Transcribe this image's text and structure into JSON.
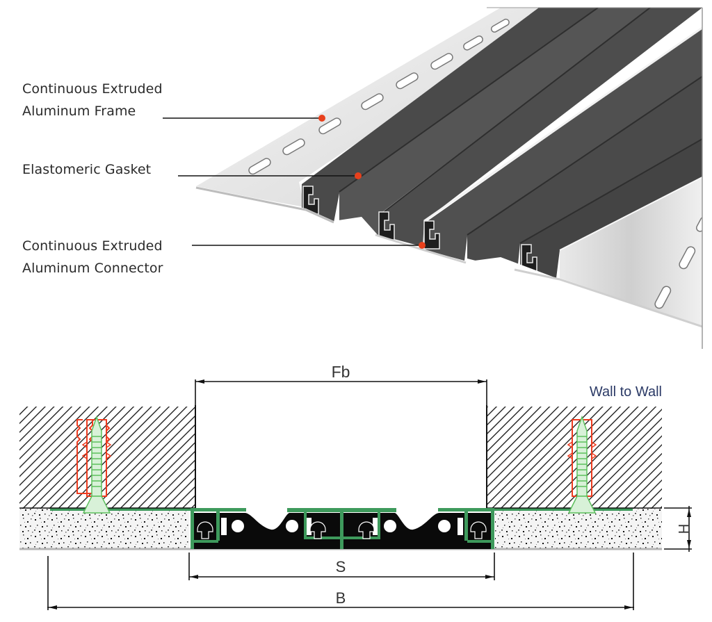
{
  "figure": {
    "callouts": [
      {
        "id": "frame",
        "lines": [
          "Continuous Extruded",
          "Aluminum Frame"
        ]
      },
      {
        "id": "gasket",
        "lines": [
          "Elastomeric Gasket"
        ]
      },
      {
        "id": "connector",
        "lines": [
          "Continuous Extruded",
          "Aluminum Connector"
        ]
      }
    ],
    "section": {
      "title": "Wall to Wall",
      "dimensions": {
        "top": "Fb",
        "middle": "S",
        "bottom": "B",
        "height": "H"
      }
    },
    "colors": {
      "callout_dot": "#e8401c",
      "gasket": "#4a4a4a",
      "aluminum": "#e6e6e6",
      "profile_green": "#3e9a5c",
      "screw_green": "#7fd07f",
      "anchor_red": "#ee3b1f",
      "rubber_black": "#0a0a0a",
      "title_blue": "#2b3a66"
    }
  }
}
